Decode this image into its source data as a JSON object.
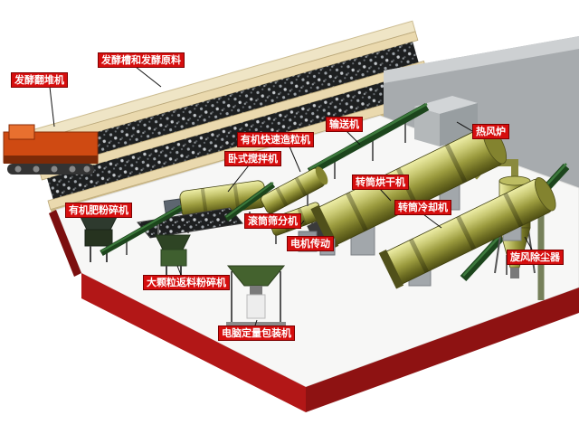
{
  "labels": [
    {
      "id": "fermentation-turner",
      "text": "发酵翻堆机"
    },
    {
      "id": "fermentation-trough",
      "text": "发酵槽和发酵原料"
    },
    {
      "id": "horizontal-mixer",
      "text": "卧式搅拌机"
    },
    {
      "id": "organic-granulator",
      "text": "有机快速造粒机"
    },
    {
      "id": "conveyor",
      "text": "输送机"
    },
    {
      "id": "hot-air-furnace",
      "text": "热风炉"
    },
    {
      "id": "organic-fertilizer-crusher",
      "text": "有机肥粉碎机"
    },
    {
      "id": "drum-screener",
      "text": "滚筒筛分机"
    },
    {
      "id": "rotary-dryer",
      "text": "转筒烘干机"
    },
    {
      "id": "rotary-cooler",
      "text": "转筒冷却机"
    },
    {
      "id": "motor-drive",
      "text": "电机传动"
    },
    {
      "id": "large-particle-crusher",
      "text": "大颗粒返料粉碎机"
    },
    {
      "id": "packing-machine",
      "text": "电脑定量包装机"
    },
    {
      "id": "cyclone-dust-collector",
      "text": "旋风除尘器"
    }
  ],
  "colors": {
    "label_bg": "#d60e0e",
    "label_text": "#ffffff",
    "platform_red": "#b21717",
    "drum_green": "#9b9b3e",
    "wall_gray": "#a7abae",
    "trough_tan": "#ead9ae",
    "conveyor_green": "#1c451c",
    "turner_orange": "#cf4a12"
  }
}
